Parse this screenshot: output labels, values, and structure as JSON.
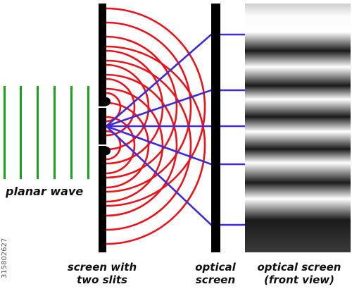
{
  "labels": {
    "planar_wave": "planar wave",
    "slit_screen_line1": "screen with",
    "slit_screen_line2": "two slits",
    "optical_screen_line1": "optical",
    "optical_screen_line2": "screen",
    "front_view_line1": "optical screen",
    "front_view_line2": "(front view)"
  },
  "side_text": "315802627",
  "colors": {
    "wavefront": "#19a319",
    "circular_wave": "#e8141c",
    "ray": "#3f2ad6",
    "barrier": "#000000"
  }
}
